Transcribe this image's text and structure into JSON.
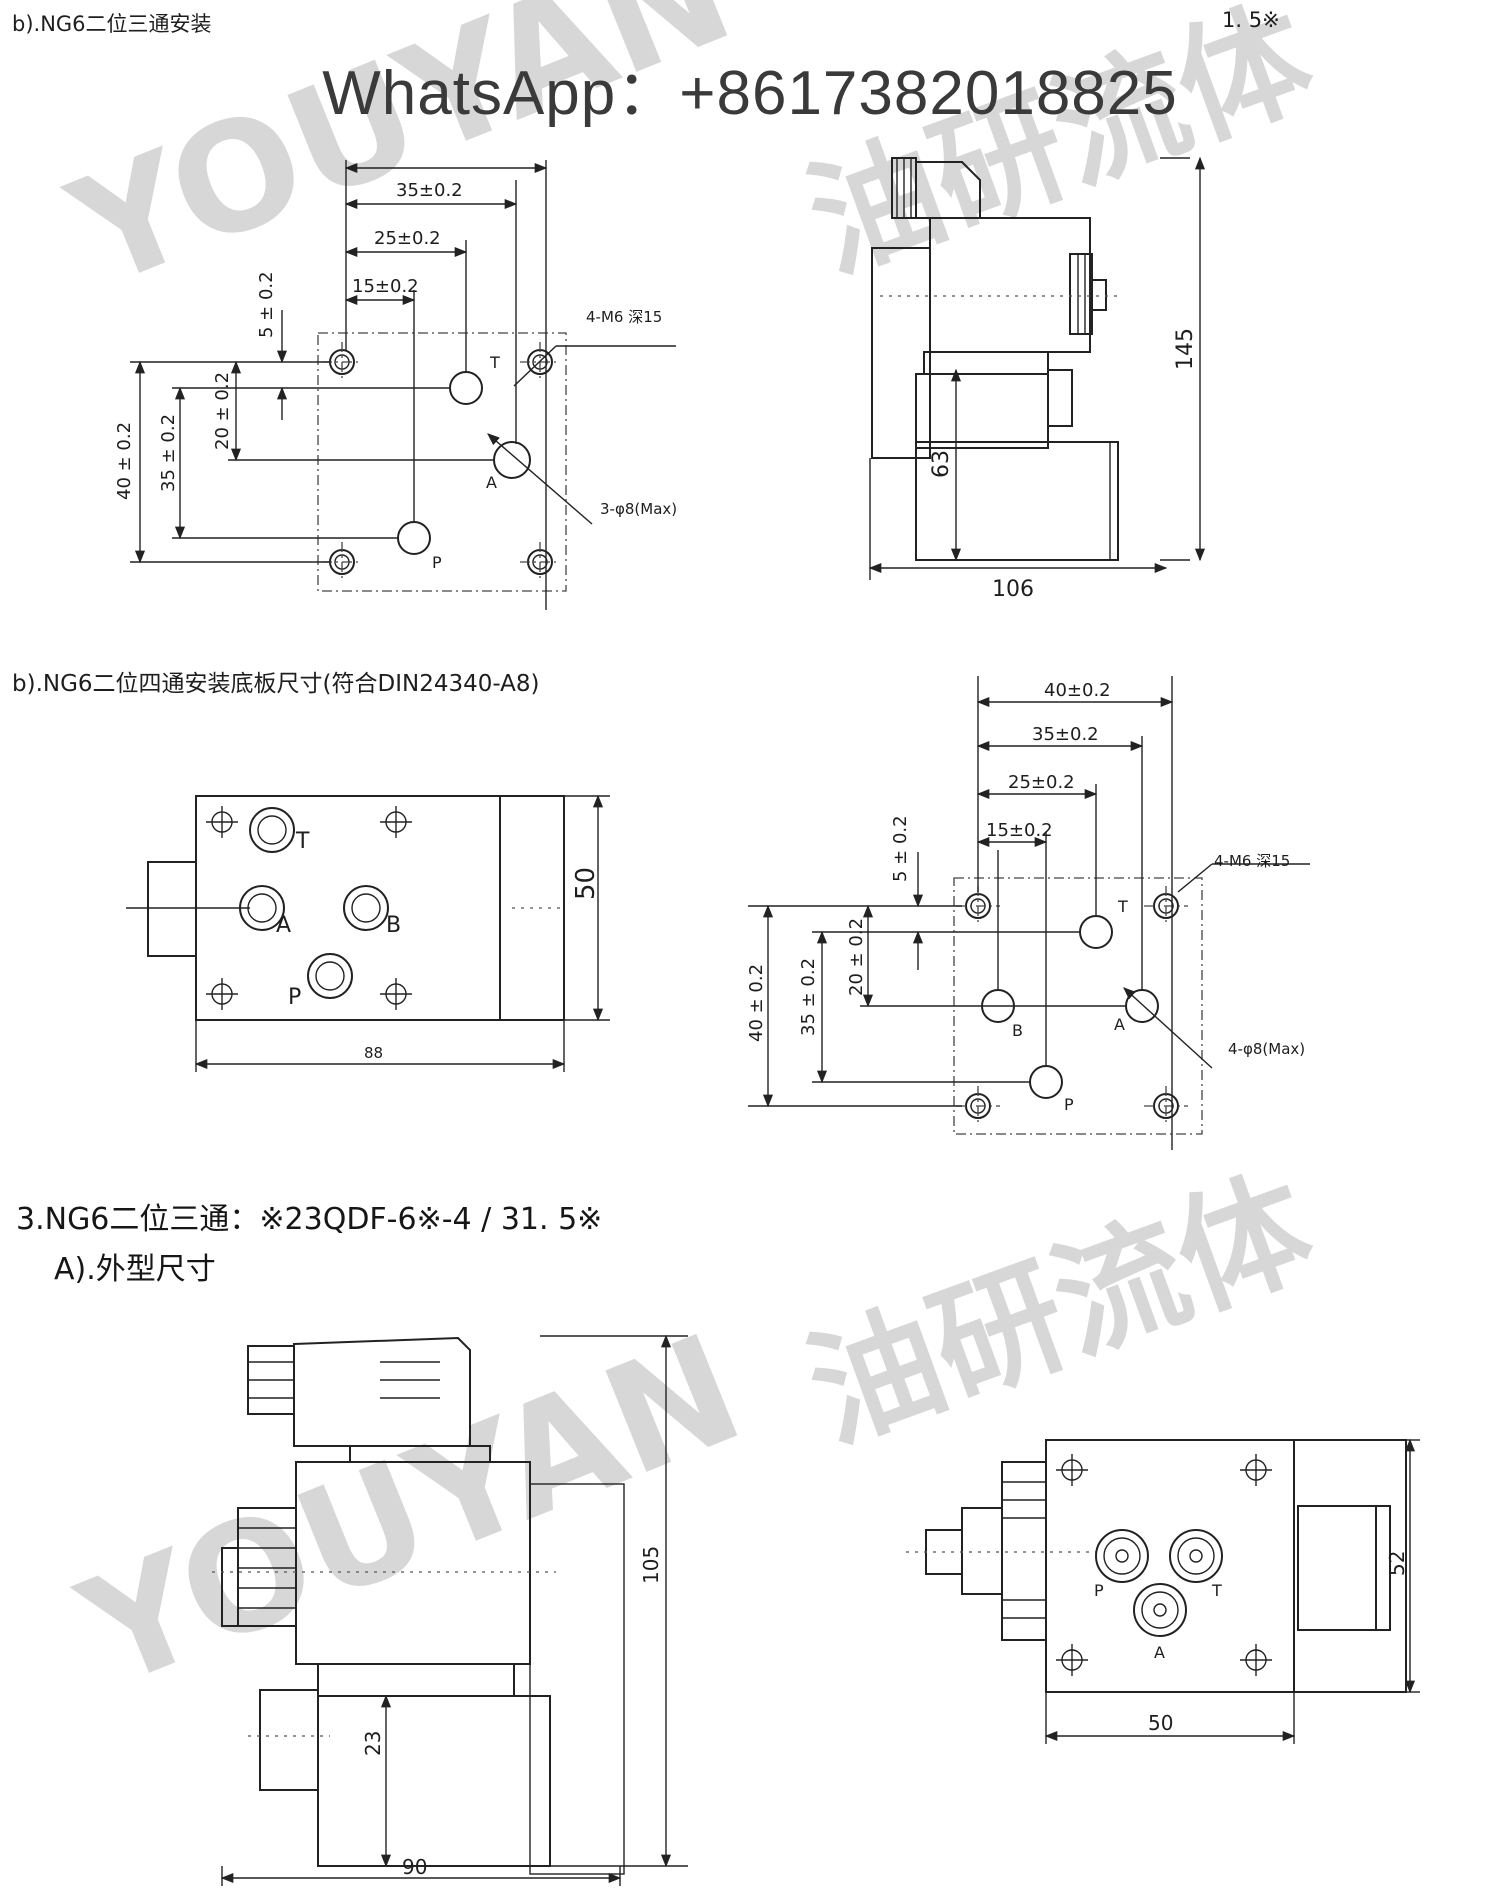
{
  "captions": {
    "top_left": "b).NG6二位三通安装",
    "top_right": "1. 5※",
    "contact": "WhatsApp：+8617382018825",
    "plate_4way": "b).NG6二位四通安装底板尺寸(符合DIN24340-A8)",
    "section3_title": "3.NG6二位三通：※23QDF-6※-4 / 31. 5※",
    "section3_subtitle": "A).外型尺寸"
  },
  "watermark": {
    "brand": "YOUYAN",
    "chinese": "油研流体"
  },
  "drawing1_mounting_3way": {
    "dims": [
      "35±0.2",
      "25±0.2",
      "15±0.2",
      "5 ± 0.2",
      "40 ± 0.2",
      "35 ± 0.2",
      "20 ± 0.2"
    ],
    "notes": [
      "4-M6 深15",
      "3-φ8(Max)"
    ],
    "ports": [
      "T",
      "A",
      "P"
    ]
  },
  "drawing2_side_3way": {
    "dims": [
      "145",
      "63",
      "106"
    ]
  },
  "drawing3_top_4way": {
    "dims": [
      "50",
      "88"
    ],
    "ports": [
      "T",
      "A",
      "B",
      "P"
    ]
  },
  "drawing4_mounting_4way": {
    "dims": [
      "40±0.2",
      "35±0.2",
      "25±0.2",
      "15±0.2",
      "5 ± 0.2",
      "40 ± 0.2",
      "35 ± 0.2",
      "20 ± 0.2"
    ],
    "notes": [
      "4-M6 深15",
      "4-φ8(Max)"
    ],
    "ports": [
      "T",
      "B",
      "A",
      "P"
    ]
  },
  "drawing5_side_3way_outline": {
    "dims": [
      "105",
      "23",
      "90"
    ]
  },
  "drawing6_top_3way_outline": {
    "dims": [
      "52",
      "50"
    ],
    "ports": [
      "P",
      "T",
      "A"
    ]
  }
}
